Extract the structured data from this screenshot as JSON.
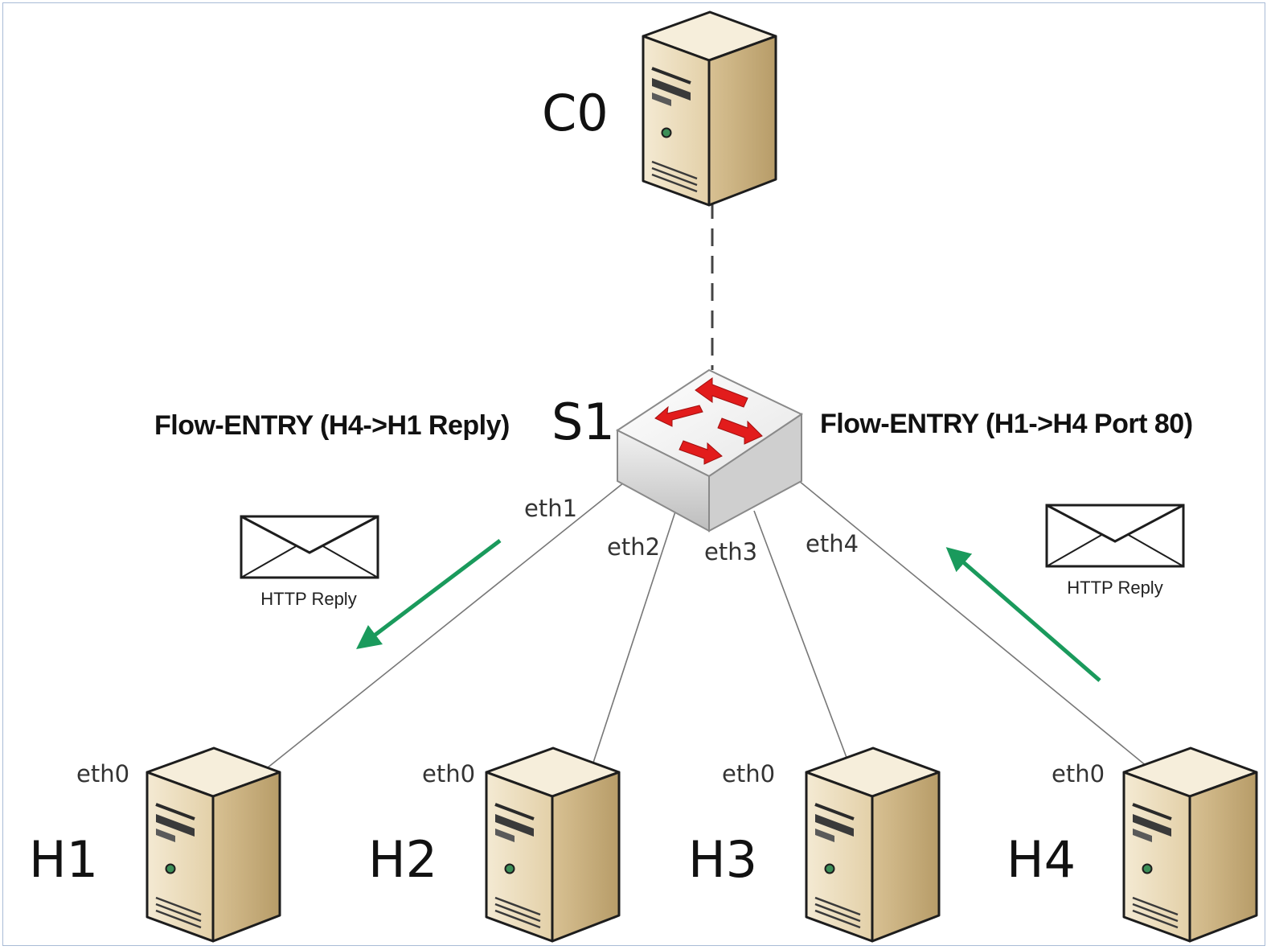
{
  "nodes": {
    "controller": "C0",
    "switch": "S1",
    "hosts": [
      "H1",
      "H2",
      "H3",
      "H4"
    ]
  },
  "switch_ports": [
    "eth1",
    "eth2",
    "eth3",
    "eth4"
  ],
  "host_port": "eth0",
  "flow_entries": {
    "left": "Flow-ENTRY (H4->H1 Reply)",
    "right": "Flow-ENTRY (H1->H4 Port 80)"
  },
  "messages": {
    "left": "HTTP Reply",
    "right": "HTTP Reply"
  },
  "colors": {
    "arrow": "#1a9a5c",
    "switch_arrows": "#e21c1c",
    "server_body": "#e2cfa6",
    "link": "#777777",
    "frame": "#a9bbd6"
  },
  "icons": {
    "controller": "server-icon",
    "switch": "switch-icon",
    "host": "server-icon",
    "message": "envelope-icon"
  }
}
